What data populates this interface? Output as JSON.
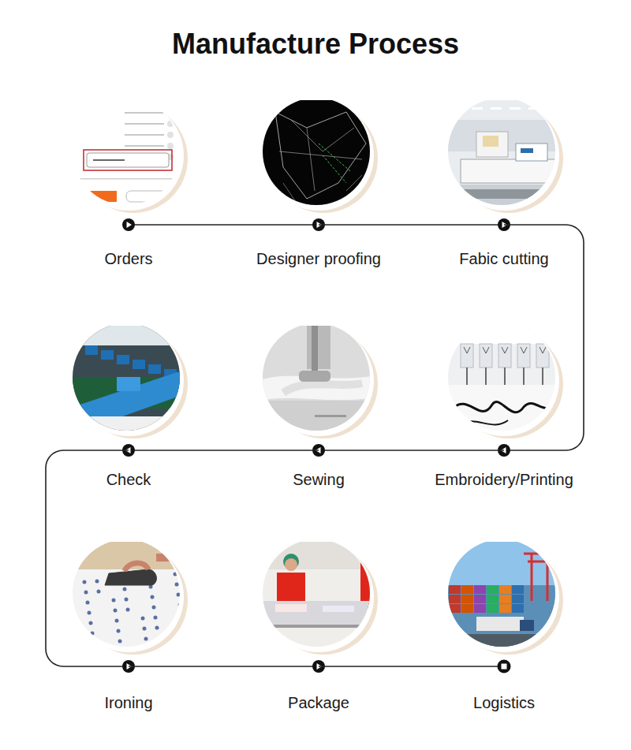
{
  "diagram": {
    "title": "Manufacture Process",
    "nodes": [
      {
        "text": [
          "Orders"
        ]
      },
      {
        "text": [
          "Designer proofing"
        ]
      },
      {
        "text": [
          "Fabic cutting"
        ]
      },
      {
        "text": [
          "Embroidery/Printing"
        ]
      },
      {
        "text": [
          "Sewing"
        ]
      },
      {
        "text": [
          "Check"
        ]
      },
      {
        "text": [
          "Ironing"
        ]
      },
      {
        "text": [
          "Package"
        ]
      },
      {
        "text": [
          "Logistics"
        ]
      }
    ],
    "edges": [
      {
        "from": 0,
        "to": 1,
        "arrow": "to"
      },
      {
        "from": 1,
        "to": 2,
        "arrow": "to"
      },
      {
        "from": 2,
        "to": 3,
        "arrow": "to"
      },
      {
        "from": 3,
        "to": 4,
        "arrow": "to"
      },
      {
        "from": 4,
        "to": 5,
        "arrow": "to"
      },
      {
        "from": 5,
        "to": 6,
        "arrow": "to"
      },
      {
        "from": 6,
        "to": 7,
        "arrow": "to"
      },
      {
        "from": 7,
        "to": 8,
        "arrow": "to"
      }
    ]
  }
}
